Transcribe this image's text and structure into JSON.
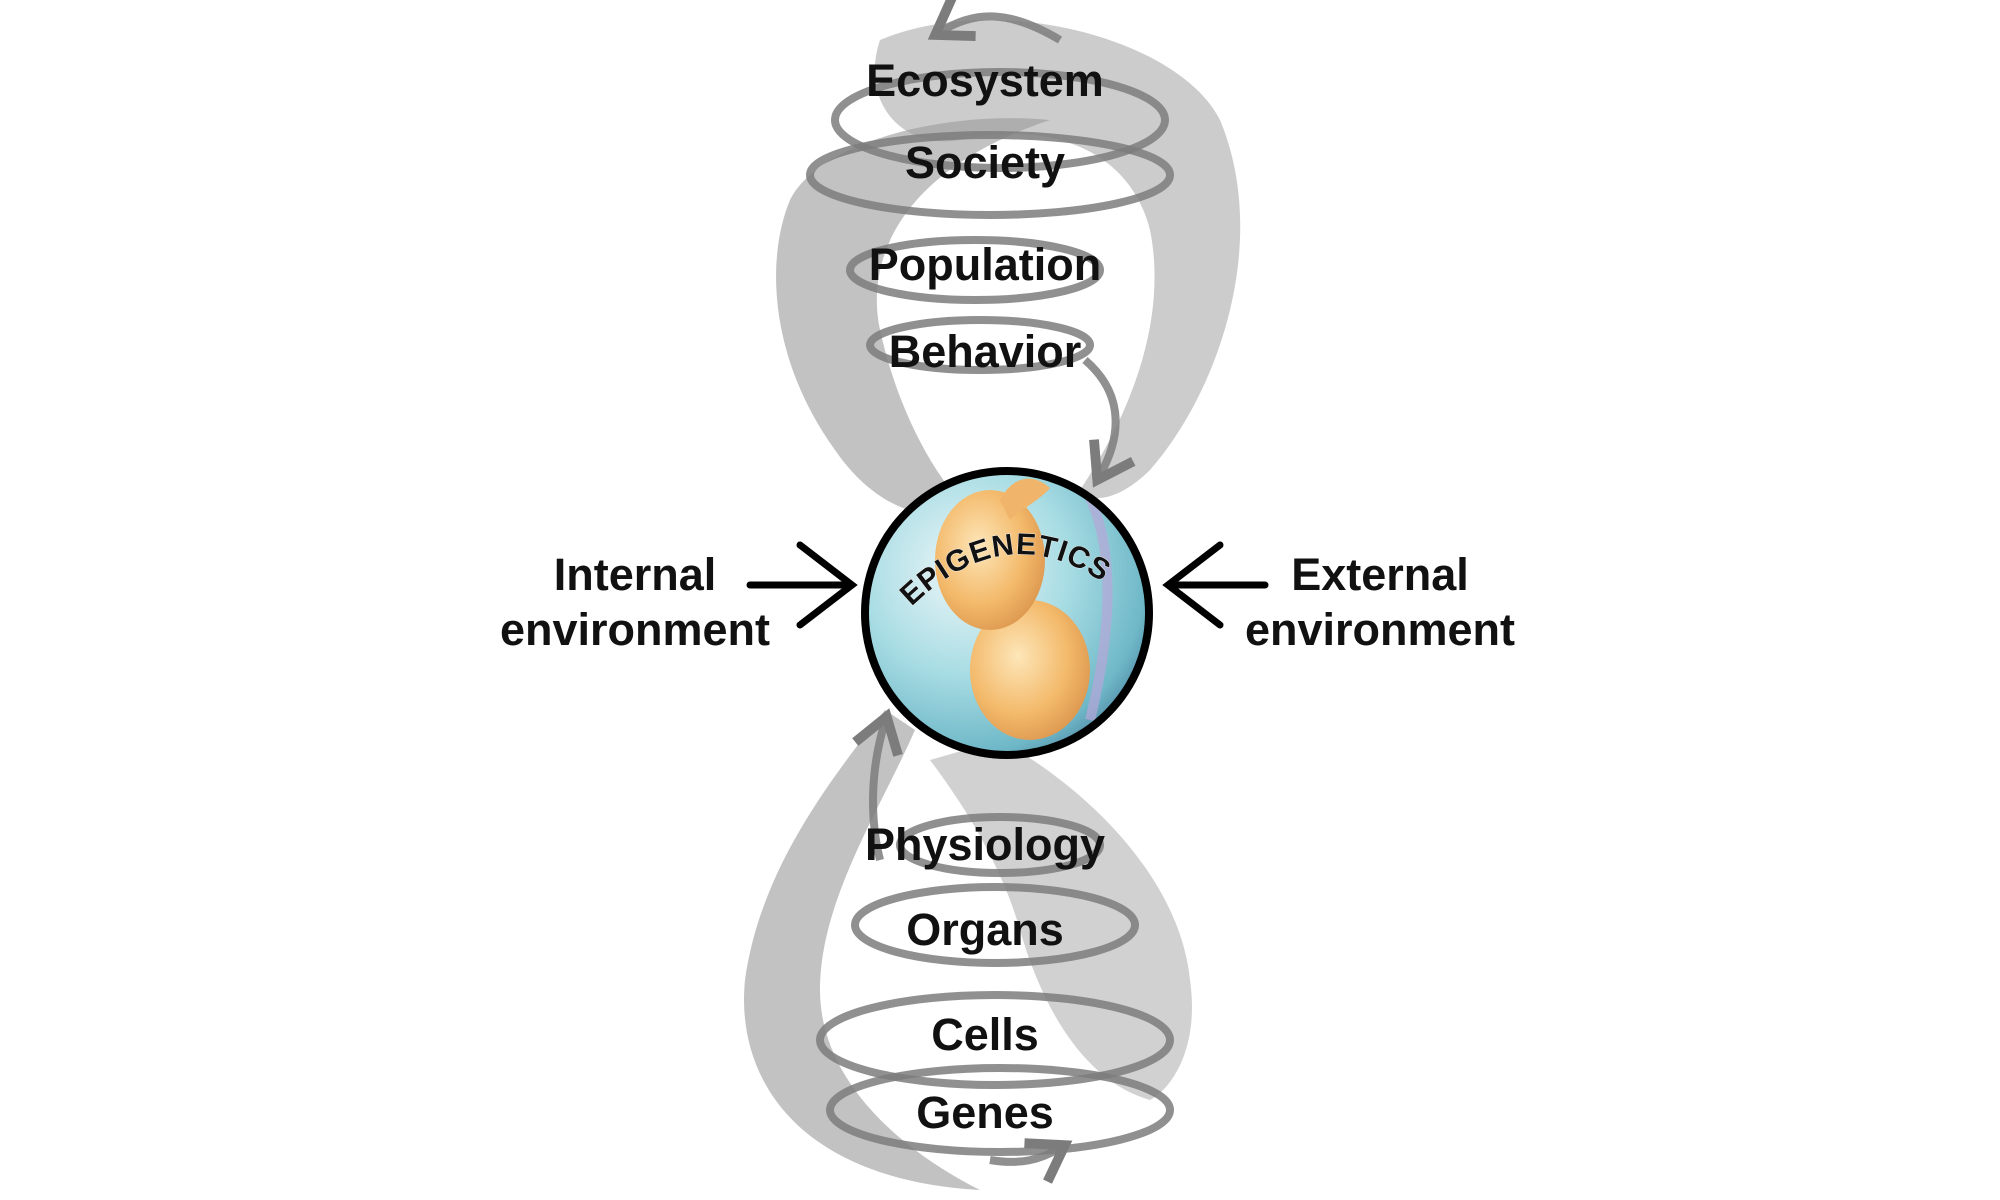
{
  "levels_upper": [
    "Ecosystem",
    "Society",
    "Population",
    "Behavior"
  ],
  "levels_lower": [
    "Physiology",
    "Organs",
    "Cells",
    "Genes"
  ],
  "center": {
    "label": "EPIGENETICS"
  },
  "inputs": {
    "internal": {
      "line1": "Internal",
      "line2": "environment"
    },
    "external": {
      "line1": "External",
      "line2": "environment"
    }
  },
  "colors": {
    "helix_strand": "#8e8e8e",
    "spiral_arrow": "#7c7c7c",
    "text": "#111111",
    "circle_border": "#000000",
    "embryo": "#f3b96a",
    "background_fluid": "#8fd4de"
  }
}
